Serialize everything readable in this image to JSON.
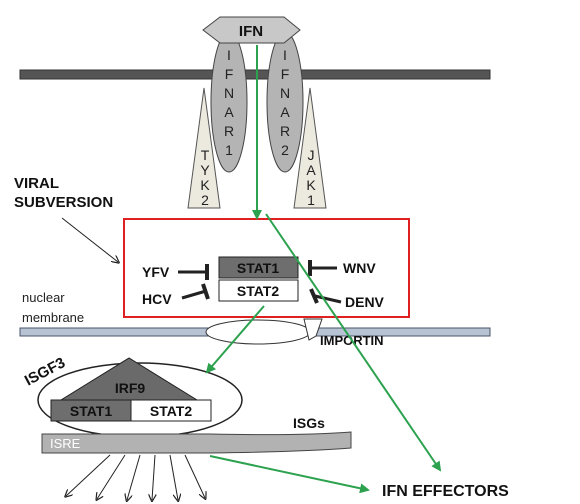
{
  "ifn": "IFN",
  "receptors": {
    "ifnar1": "IFNAR1",
    "ifnar2": "IFNAR2"
  },
  "kinases": {
    "tyk2": "TYK2",
    "jak1": "JAK1"
  },
  "viral_subversion": {
    "line1": "VIRAL",
    "line2": "SUBVERSION"
  },
  "stat_complex": {
    "stat1": "STAT1",
    "stat2": "STAT2"
  },
  "viruses": {
    "yfv": "YFV",
    "hcv": "HCV",
    "wnv": "WNV",
    "denv": "DENV"
  },
  "nuclear_membrane": {
    "line1": "nuclear",
    "line2": "membrane"
  },
  "importin": "IMPORTIN",
  "isgf3": {
    "label": "ISGF3",
    "irf9": "IRF9",
    "stat1": "STAT1",
    "stat2": "STAT2"
  },
  "isgs": "ISGs",
  "isre": "ISRE",
  "ifn_effectors": "IFN EFFECTORS",
  "colors": {
    "arrow_green": "#2ca24f",
    "highlight_box": "#e02020",
    "dark_gray": "#6e6e6e",
    "mid_gray": "#a8a8a8",
    "light_gray": "#c8c8c8"
  }
}
